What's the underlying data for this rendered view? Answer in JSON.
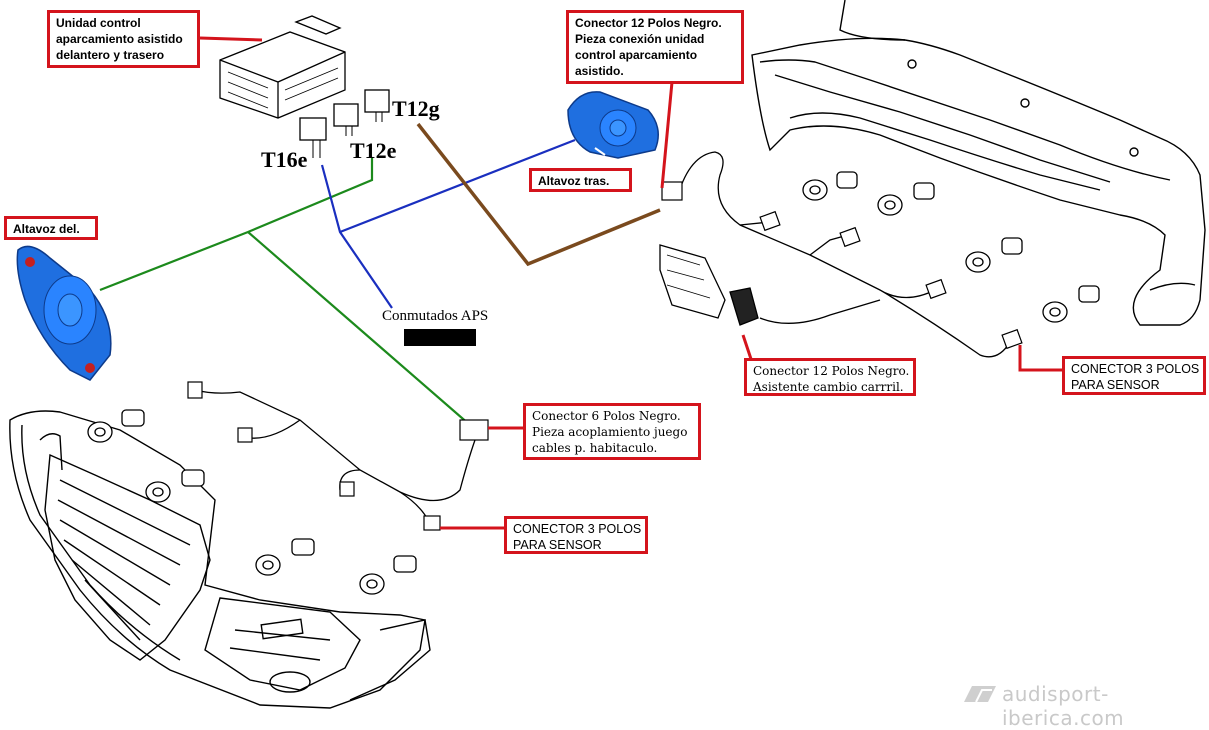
{
  "callouts": {
    "control_unit": [
      "Unidad control",
      "aparcamiento asistido",
      "delantero y trasero"
    ],
    "conn12_rear": [
      "Conector 12 Polos Negro.",
      "Pieza conexión unidad",
      "control aparcamiento",
      "asistido."
    ],
    "speaker_rear": "Altavoz tras.",
    "speaker_front": "Altavoz del.",
    "conn12_lane": [
      "Conector 12 Polos Negro.",
      "Asistente cambio carrril."
    ],
    "conn3_rear": [
      "CONECTOR 3 POLOS",
      "PARA SENSOR"
    ],
    "conn6": [
      "Conector 6 Polos Negro.",
      "Pieza acoplamiento juego",
      "cables p. habitaculo."
    ],
    "conn3_front": [
      "CONECTOR 3 POLOS",
      "PARA SENSOR"
    ]
  },
  "pins": {
    "t12g": "T12g",
    "t16e": "T16e",
    "t12e": "T12e"
  },
  "switches_label": "Conmutados APS",
  "watermark": "audisport-iberica.com",
  "colors": {
    "callout_border": "#d4141c",
    "wire_green": "#1c8a1c",
    "wire_blue": "#1a2fbf",
    "wire_brown": "#7a4a1e",
    "speaker_blue": "#1f6fe0"
  },
  "icons": {
    "control_unit": "control-unit-module-icon",
    "speaker": "parking-speaker-icon",
    "sensor": "parking-sensor-icon",
    "connector": "connector-plug-icon"
  }
}
